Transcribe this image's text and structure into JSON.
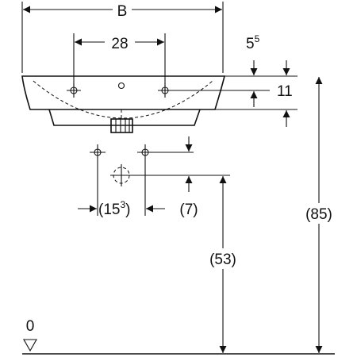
{
  "dimensions": {
    "width": "B",
    "tap_hole_spacing": "28",
    "rim_offset": {
      "base": "5",
      "superscript": "5"
    },
    "rim_to_tap_hole": "11",
    "supply_spacing": {
      "base": "(15",
      "superscript": "3",
      "suffix": ")"
    },
    "supply_offset": "(7)",
    "drain_height": "(53)",
    "rim_height": "(85)",
    "floor_level": "0"
  }
}
